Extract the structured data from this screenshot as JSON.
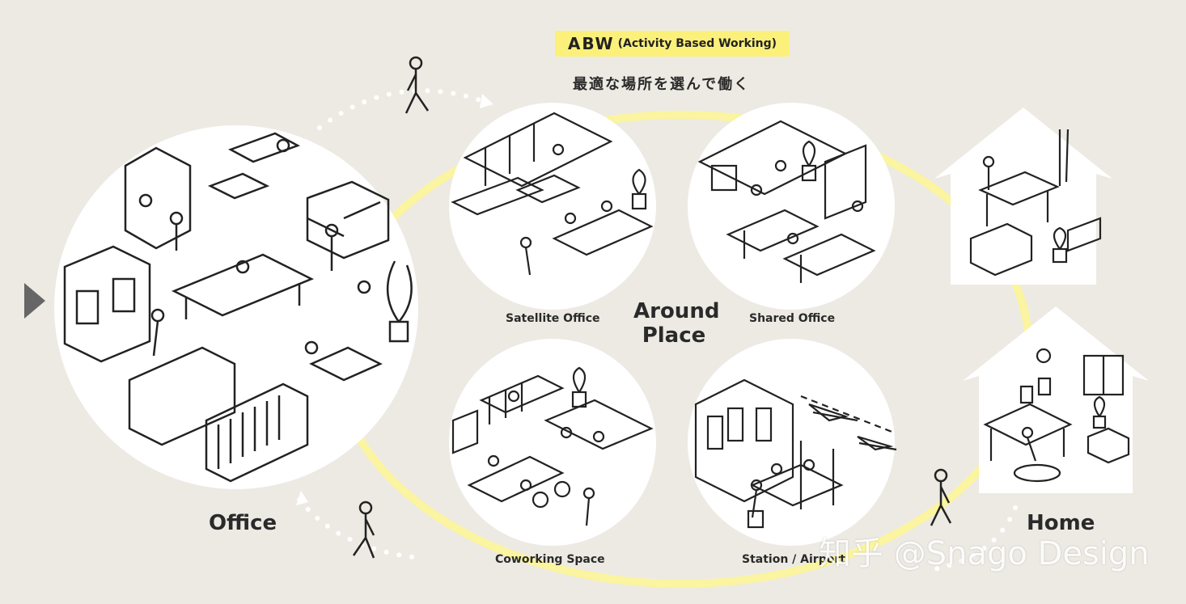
{
  "header": {
    "badge_main": "ABW",
    "badge_sub": "(Activity Based Working)",
    "subtitle": "最適な場所を選んで働く"
  },
  "nodes": {
    "office": "Office",
    "around_place_line1": "Around",
    "around_place_line2": "Place",
    "satellite_office": "Satellite Office",
    "shared_office": "Shared Office",
    "coworking_space": "Coworking Space",
    "station_airport": "Station / Airport",
    "home": "Home"
  },
  "watermark": "知乎 @Snago Design",
  "colors": {
    "background": "#edeae4",
    "accent_yellow": "#fbf07a",
    "ring": "#fbf4a0",
    "ink": "#222222",
    "panel": "#ffffff"
  }
}
